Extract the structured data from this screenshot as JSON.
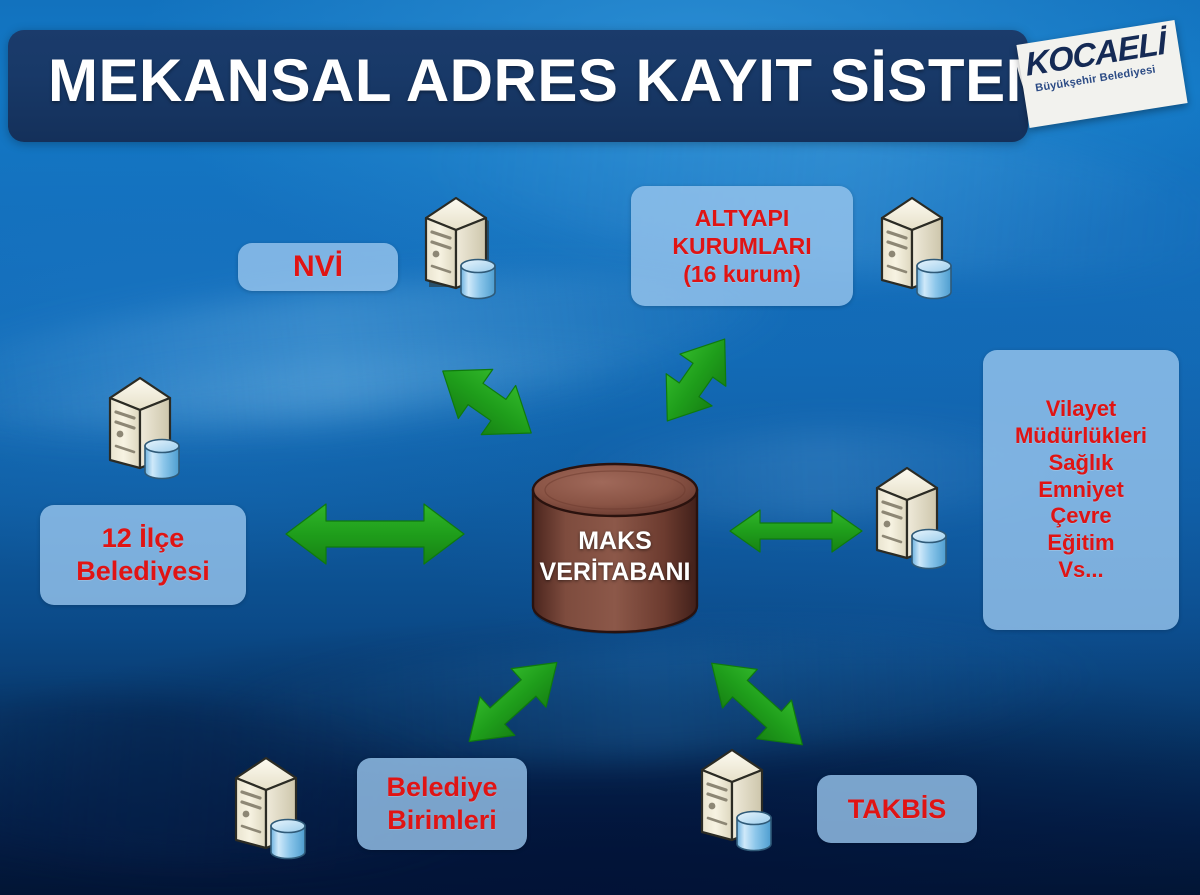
{
  "header": {
    "title": "MEKANSAL ADRES KAYIT SİSTEMİ",
    "logo_main": "KOCAELİ",
    "logo_sub": "Büyükşehir Belediyesi"
  },
  "center": {
    "name": "MAKS VERİTABANI",
    "line1": "MAKS",
    "line2": "VERİTABANI",
    "icon": "database-cylinder-icon",
    "color": "#6d4037"
  },
  "nodes": {
    "nvi": {
      "lines": [
        "NVİ"
      ],
      "icon": "server-icon"
    },
    "altyapi": {
      "lines": [
        "ALTYAPI",
        "KURUMLARI",
        "(16 kurum)"
      ],
      "icon": "server-icon"
    },
    "vilayet": {
      "lines": [
        "Vilayet",
        "Müdürlükleri",
        "Sağlık",
        "Emniyet",
        "Çevre",
        "Eğitim",
        "Vs..."
      ],
      "icon": "server-icon"
    },
    "ilce": {
      "lines": [
        "12 İlçe",
        "Belediyesi"
      ],
      "icon": "server-icon"
    },
    "belediye": {
      "lines": [
        "Belediye",
        "Birimleri"
      ],
      "icon": "server-icon"
    },
    "takbis": {
      "lines": [
        "TAKBİS"
      ],
      "icon": "server-icon"
    }
  },
  "arrows": [
    {
      "id": "arrow-left",
      "icon": "double-arrow-horizontal-icon",
      "direction": "bidirectional",
      "from": "maks-veritabani",
      "to": "12-ilce-belediyesi"
    },
    {
      "id": "arrow-right",
      "icon": "double-arrow-horizontal-icon",
      "direction": "bidirectional",
      "from": "maks-veritabani",
      "to": "vilayet-mudurlukleri"
    },
    {
      "id": "arrow-nw",
      "icon": "double-arrow-diagonal-icon",
      "direction": "bidirectional",
      "from": "maks-veritabani",
      "to": "nvi"
    },
    {
      "id": "arrow-ne",
      "icon": "double-arrow-diagonal-icon",
      "direction": "bidirectional",
      "from": "maks-veritabani",
      "to": "altyapi-kurumlari"
    },
    {
      "id": "arrow-sw",
      "icon": "double-arrow-diagonal-icon",
      "direction": "bidirectional",
      "from": "maks-veritabani",
      "to": "belediye-birimleri"
    },
    {
      "id": "arrow-se",
      "icon": "double-arrow-diagonal-icon",
      "direction": "bidirectional",
      "from": "maks-veritabani",
      "to": "takbis"
    }
  ],
  "colors": {
    "label_text": "#e01414",
    "label_box": "#98c6ee",
    "arrow": "#22a11e",
    "title_bar": "#1b3b6b",
    "background_top": "#1379c6",
    "background_bottom": "#021634"
  }
}
